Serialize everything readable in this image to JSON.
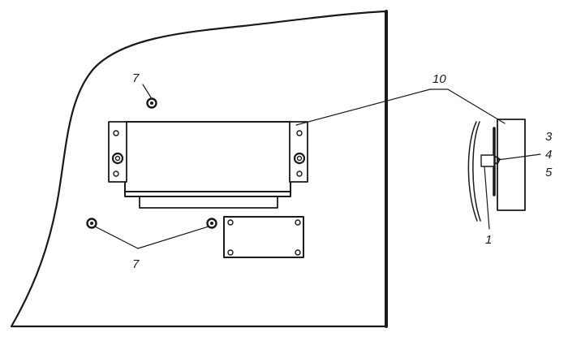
{
  "labels": {
    "fastener_top": "7",
    "fasteners_bottom": "7",
    "bracket": "10",
    "part_3": "3",
    "part_4": "4",
    "part_5": "5",
    "part_1": "1"
  },
  "colors": {
    "line": "#1a1a1a",
    "background": "#ffffff"
  }
}
